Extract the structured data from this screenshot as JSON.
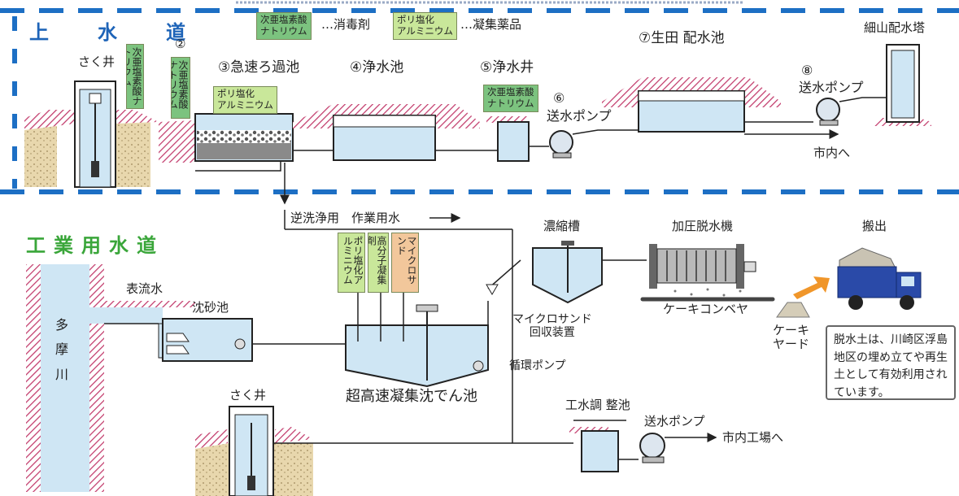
{
  "sections": {
    "water_supply": "上　水　道",
    "industrial_water": "工業用水道"
  },
  "legend": {
    "chem_a": "次亜塩素酸\nナトリウム",
    "chem_a_desc": "…消毒剤",
    "chem_b": "ポリ塩化\nアルミニウム",
    "chem_b_desc": "…凝集薬品"
  },
  "upper": {
    "well": "さく井",
    "chem_vertical_1": "次亜塩素酸ナトリウム",
    "step2": "②",
    "chem_vertical_2": "次亜塩素酸ナトリウム",
    "step3": "③急速ろ過池",
    "step4": "④浄水池",
    "step5": "⑤浄水井",
    "step6": "⑥",
    "pump6": "送水ポンプ",
    "step7": "⑦生田 配水池",
    "step8": "⑧",
    "pump8": "送水ポンプ",
    "tower": "細山配水塔",
    "to_city": "市内へ",
    "filter_chem": "ポリ塩化\nアルミニウム",
    "well5_chem": "次亜塩素酸\nナトリウム"
  },
  "lower": {
    "backwash": "逆洗浄用　作業用水",
    "river": "多\n摩\n川",
    "surface_water": "表流水",
    "grit_chamber": "沈砂池",
    "chem_pac": "ポリ塩化アルミニウム",
    "chem_polymer": "高分子凝集剤",
    "chem_microsand": "マイクロサンド",
    "thickener": "濃縮槽",
    "press": "加圧脱水機",
    "carry_out": "搬出",
    "microsand_recovery": "マイクロサンド\n回収装置",
    "conveyor": "ケーキコンベヤ",
    "cake_yard": "ケーキ\nヤード",
    "circ_pump": "循環ポンプ",
    "clarifier": "超高速凝集沈でん池",
    "well": "さく井",
    "adjust_tank": "工水調 整池",
    "pump": "送水ポンプ",
    "to_factories": "市内工場へ",
    "note": "脱水土は、川崎区浮島地区の埋め立てや再生土として有効利用されています。"
  },
  "colors": {
    "dash": "#1d6fc4",
    "title_blue": "#1e64b8",
    "title_green": "#3aa63a",
    "water": "#cfe6f4",
    "soil": "#e8d7ad",
    "slope": "#c23a6b",
    "truck": "#2a4aa8",
    "arrow": "#f0962a"
  }
}
